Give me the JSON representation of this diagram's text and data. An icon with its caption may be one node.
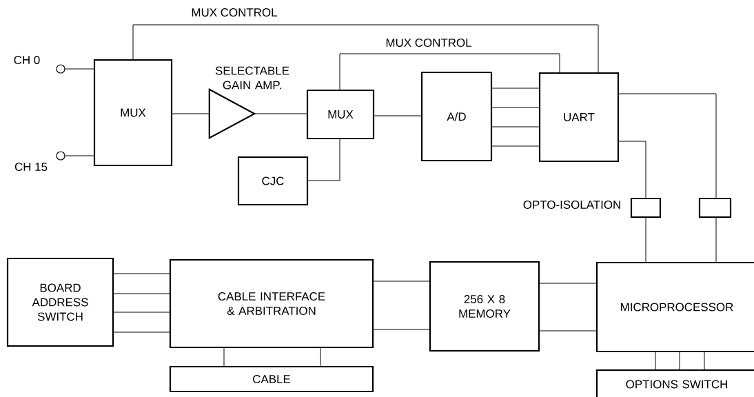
{
  "diagram": {
    "nodes": [
      {
        "text": [],
        "shape": "circle",
        "beside": [
          "CH 0"
        ]
      },
      {
        "text": [],
        "shape": "circle",
        "beside": [
          "CH 15"
        ]
      },
      {
        "text": [
          "MUX"
        ]
      },
      {
        "text": [
          "SELECTABLE GAIN AMP."
        ]
      },
      {
        "text": [
          "MUX"
        ]
      },
      {
        "text": [
          "CJC"
        ]
      },
      {
        "text": [
          "A/D"
        ]
      },
      {
        "text": [
          "UART"
        ]
      },
      {
        "text": [],
        "shape": "box",
        "beside": [
          "OPTO-ISOLATION"
        ]
      },
      {
        "text": [],
        "shape": "box"
      },
      {
        "text": [
          "BOARD ADDRESS SWITCH"
        ]
      },
      {
        "text": [
          "CABLE INTERFACE & ARBITRATION"
        ]
      },
      {
        "text": [
          "CABLE"
        ]
      },
      {
        "text": [
          "256 X 8 MEMORY"
        ]
      },
      {
        "text": [
          "MICROPROCESSOR"
        ]
      },
      {
        "text": [
          "OPTIONS SWITCH"
        ]
      }
    ],
    "edges": [
      {
        "from": 0,
        "to": 2,
        "arrow": "none"
      },
      {
        "from": 1,
        "to": 2,
        "arrow": "none"
      },
      {
        "from": 2,
        "to": 3,
        "arrow": "none"
      },
      {
        "from": 3,
        "to": 4,
        "arrow": "none"
      },
      {
        "from": 7,
        "to": 2,
        "arrow": "none",
        "label": "MUX CONTROL"
      },
      {
        "from": 7,
        "to": 4,
        "arrow": "none",
        "label": "MUX CONTROL"
      },
      {
        "from": 5,
        "to": 4,
        "arrow": "none"
      },
      {
        "from": 4,
        "to": 6,
        "arrow": "none"
      },
      {
        "from": 6,
        "to": 7,
        "arrow": "none"
      },
      {
        "from": 6,
        "to": 7,
        "arrow": "none"
      },
      {
        "from": 6,
        "to": 7,
        "arrow": "none"
      },
      {
        "from": 6,
        "to": 7,
        "arrow": "none"
      },
      {
        "from": 7,
        "to": 8,
        "arrow": "none"
      },
      {
        "from": 7,
        "to": 9,
        "arrow": "none"
      },
      {
        "from": 8,
        "to": 14,
        "arrow": "none"
      },
      {
        "from": 9,
        "to": 14,
        "arrow": "none"
      },
      {
        "from": 10,
        "to": 11,
        "arrow": "none"
      },
      {
        "from": 10,
        "to": 11,
        "arrow": "none"
      },
      {
        "from": 10,
        "to": 11,
        "arrow": "none"
      },
      {
        "from": 10,
        "to": 11,
        "arrow": "none"
      },
      {
        "from": 11,
        "to": 12,
        "arrow": "none"
      },
      {
        "from": 11,
        "to": 12,
        "arrow": "none"
      },
      {
        "from": 11,
        "to": 13,
        "arrow": "none"
      },
      {
        "from": 11,
        "to": 13,
        "arrow": "none"
      },
      {
        "from": 13,
        "to": 14,
        "arrow": "none"
      },
      {
        "from": 13,
        "to": 14,
        "arrow": "none"
      },
      {
        "from": 14,
        "to": 15,
        "arrow": "none"
      },
      {
        "from": 14,
        "to": 15,
        "arrow": "none"
      },
      {
        "from": 14,
        "to": 15,
        "arrow": "none"
      }
    ]
  }
}
